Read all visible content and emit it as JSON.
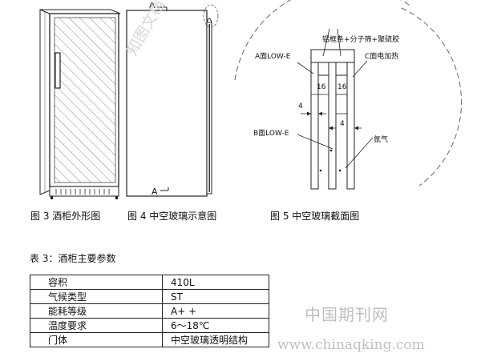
{
  "figures": {
    "fig3_caption": "图 3 酒柜外形图",
    "fig4_caption": "图 4 中空玻璃示意图",
    "fig5_caption": "图 5 中空玻璃截面图"
  },
  "fig4_labels": {
    "section_top": "A",
    "section_bottom": "A"
  },
  "fig5_labels": {
    "spacer_note": "铝框条+分子筛+聚硫胶",
    "face_a": "A面LOW-E",
    "face_c": "C面电加热",
    "face_b": "B面LOW-E",
    "gas": "氩气",
    "dim_16a": "16",
    "dim_16b": "16",
    "dim_4a": "4",
    "dim_4b": "4"
  },
  "table": {
    "caption": "表 3：酒柜主要参数",
    "rows": [
      {
        "name": "容积",
        "value": "410L"
      },
      {
        "name": "气候类型",
        "value": "ST"
      },
      {
        "name": "能耗等级",
        "value": "A+ +"
      },
      {
        "name": "温度要求",
        "value": "6～18℃"
      },
      {
        "name": "门体",
        "value": "中空玻璃透明结构"
      }
    ]
  },
  "watermark": {
    "center": "知图文档 更明确信息",
    "brand": "中国期刊网",
    "url": "www.chinaqking.com"
  }
}
